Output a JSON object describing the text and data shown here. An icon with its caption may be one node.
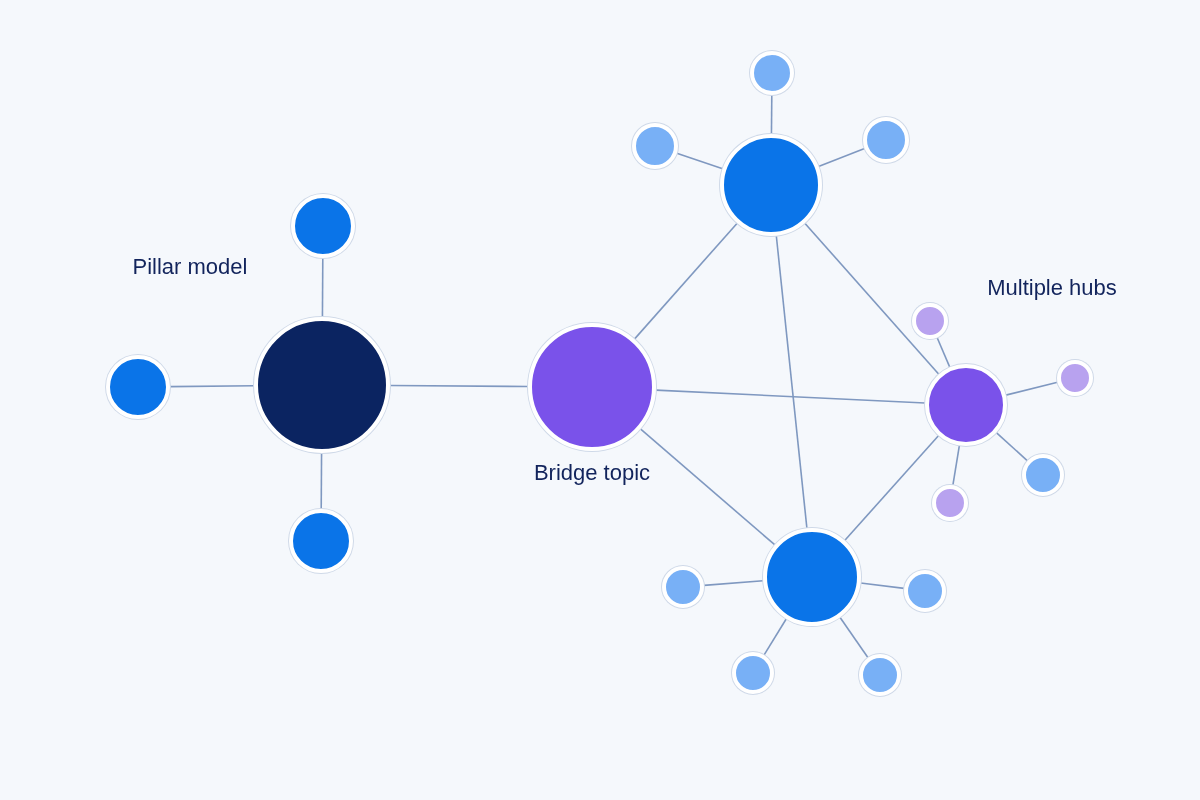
{
  "diagram": {
    "nodes": [
      {
        "text": [],
        "shape": "circle"
      },
      {
        "text": [],
        "shape": "circle"
      },
      {
        "text": [],
        "shape": "circle"
      },
      {
        "text": [],
        "shape": "circle"
      },
      {
        "text": [],
        "shape": "circle",
        "beside": [
          "Bridge topic"
        ]
      },
      {
        "text": [],
        "shape": "circle"
      },
      {
        "text": [],
        "shape": "circle"
      },
      {
        "text": [],
        "shape": "circle"
      },
      {
        "text": [],
        "shape": "circle"
      },
      {
        "text": [],
        "shape": "circle"
      },
      {
        "text": [],
        "shape": "circle"
      },
      {
        "text": [],
        "shape": "circle"
      },
      {
        "text": [],
        "shape": "circle"
      },
      {
        "text": [],
        "shape": "circle"
      },
      {
        "text": [],
        "shape": "circle"
      },
      {
        "text": [],
        "shape": "circle"
      },
      {
        "text": [],
        "shape": "circle"
      },
      {
        "text": [],
        "shape": "circle"
      },
      {
        "text": [],
        "shape": "circle"
      }
    ],
    "edges": [
      {
        "from": 3,
        "to": 2,
        "arrow": "none"
      },
      {
        "from": 0,
        "to": 2,
        "arrow": "none"
      },
      {
        "from": 1,
        "to": 2,
        "arrow": "none"
      },
      {
        "from": 2,
        "to": 4,
        "arrow": "none"
      },
      {
        "from": 4,
        "to": 8,
        "arrow": "none"
      },
      {
        "from": 4,
        "to": 16,
        "arrow": "none"
      },
      {
        "from": 4,
        "to": 10,
        "arrow": "none"
      },
      {
        "from": 8,
        "to": 10,
        "arrow": "none"
      },
      {
        "from": 8,
        "to": 16,
        "arrow": "none"
      },
      {
        "from": 16,
        "to": 10,
        "arrow": "none"
      },
      {
        "from": 8,
        "to": 5,
        "arrow": "none"
      },
      {
        "from": 8,
        "to": 9,
        "arrow": "none"
      },
      {
        "from": 8,
        "to": 12,
        "arrow": "none"
      },
      {
        "from": 16,
        "to": 14,
        "arrow": "none"
      },
      {
        "from": 16,
        "to": 18,
        "arrow": "none"
      },
      {
        "from": 16,
        "to": 15,
        "arrow": "none"
      },
      {
        "from": 16,
        "to": 17,
        "arrow": "none"
      },
      {
        "from": 10,
        "to": 6,
        "arrow": "none"
      },
      {
        "from": 10,
        "to": 13,
        "arrow": "none"
      },
      {
        "from": 10,
        "to": 7,
        "arrow": "none"
      },
      {
        "from": 10,
        "to": 11,
        "arrow": "none"
      }
    ],
    "labels": [
      "Pillar model",
      "Multiple hubs"
    ]
  }
}
